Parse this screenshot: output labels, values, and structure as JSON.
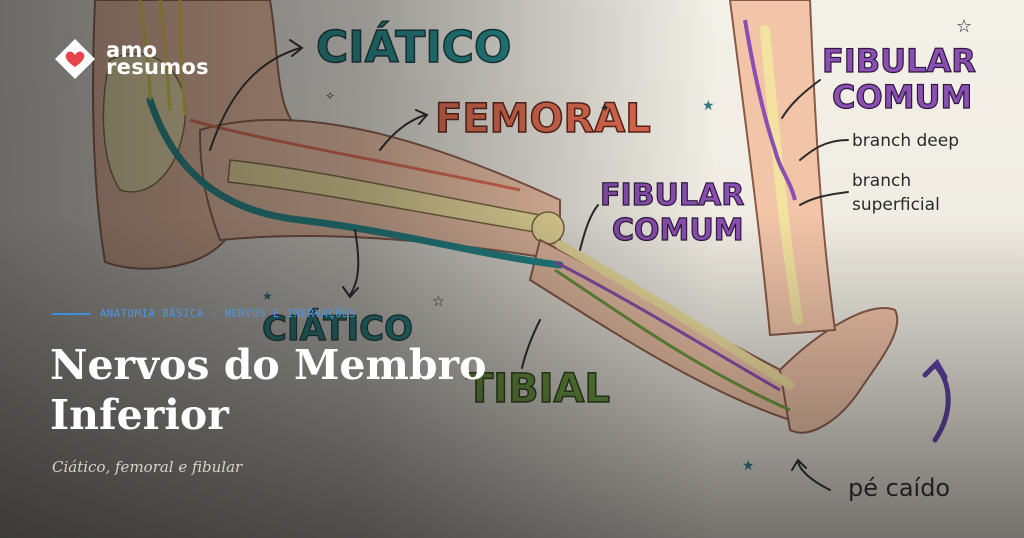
{
  "brand": {
    "line1": "amo",
    "line2": "resumos",
    "heart_color": "#e8424a"
  },
  "article": {
    "category": "ANATOMIA BÁSICA · NERVOS E INERVAÇÕES",
    "title": "Nervos do Membro Inferior",
    "subtitle": "Ciático, femoral e fibular"
  },
  "illustration": {
    "labels": {
      "ciatico_top": "CIÁTICO",
      "femoral": "FEMORAL",
      "fibular_comum_mid_1": "FIBULAR",
      "fibular_comum_mid_2": "COMUM",
      "ciatico_bottom": "CIÁTICO",
      "tibial": "TIBIAL",
      "fibular_comum_right_1": "FIBULAR",
      "fibular_comum_right_2": "COMUM",
      "branch_deep": "branch deep",
      "branch_superficial_1": "branch",
      "branch_superficial_2": "superficial",
      "pe_caido": "pé caído"
    },
    "colors": {
      "ciatico": "#1f8a8c",
      "femoral": "#e26a4e",
      "fibular": "#8a4fb0",
      "tibial": "#6a9a3a",
      "ink": "#2a2a2a",
      "skin": "#f2c4a8",
      "bone": "#f3e3a0"
    }
  }
}
